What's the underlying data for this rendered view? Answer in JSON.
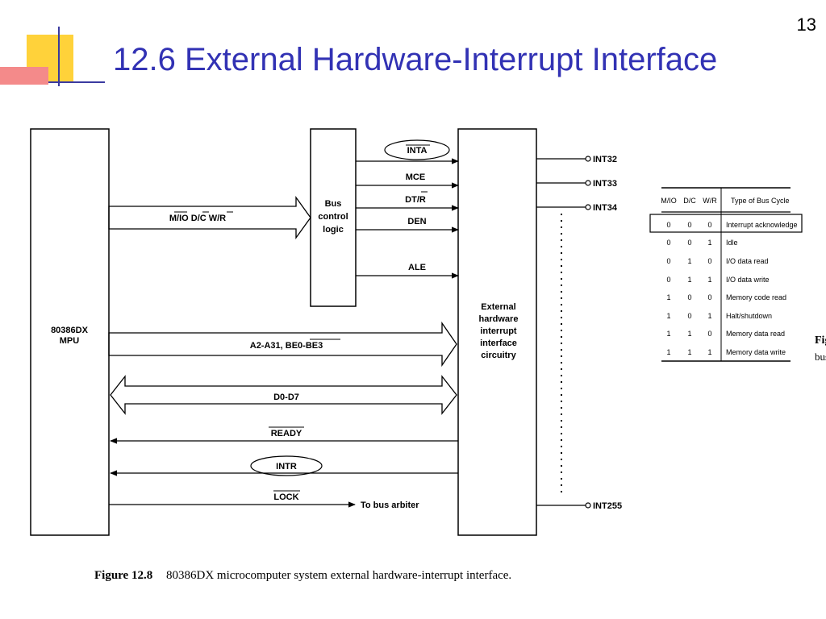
{
  "page_number": "13",
  "title": "12.6 External Hardware-Interrupt Interface",
  "diagram": {
    "mpu": [
      "80386DX",
      "MPU"
    ],
    "bus_control": [
      "Bus",
      "control",
      "logic"
    ],
    "ext_block": [
      "External",
      "hardware",
      "interrupt",
      "interface",
      "circuitry"
    ],
    "signals": {
      "inta": "INTA",
      "mce": "MCE",
      "dtr": "DT/R",
      "den": "DEN",
      "ale": "ALE",
      "status": "M/IO D/C W/R",
      "addr": "A2-A31, BE0-BE3",
      "data": "D0-D7",
      "ready": "READY",
      "intr": "INTR",
      "lock": "LOCK",
      "to_arbiter": "To bus arbiter"
    },
    "outputs": [
      "INT32",
      "INT33",
      "INT34",
      "INT255"
    ],
    "table": {
      "headers": [
        "M/IO",
        "D/C",
        "W/R",
        "Type of Bus Cycle"
      ],
      "rows": [
        [
          "0",
          "0",
          "0",
          "Interrupt acknowledge"
        ],
        [
          "0",
          "0",
          "1",
          "Idle"
        ],
        [
          "0",
          "1",
          "0",
          "I/O data read"
        ],
        [
          "0",
          "1",
          "1",
          "I/O data write"
        ],
        [
          "1",
          "0",
          "0",
          "Memory code read"
        ],
        [
          "1",
          "0",
          "1",
          "Halt/shutdown"
        ],
        [
          "1",
          "1",
          "0",
          "Memory data read"
        ],
        [
          "1",
          "1",
          "1",
          "Memory data write"
        ]
      ]
    },
    "side_text": [
      "Fig",
      "bus"
    ]
  },
  "caption": {
    "number": "Figure 12.8",
    "text": "80386DX microcomputer system external hardware-interrupt interface."
  }
}
